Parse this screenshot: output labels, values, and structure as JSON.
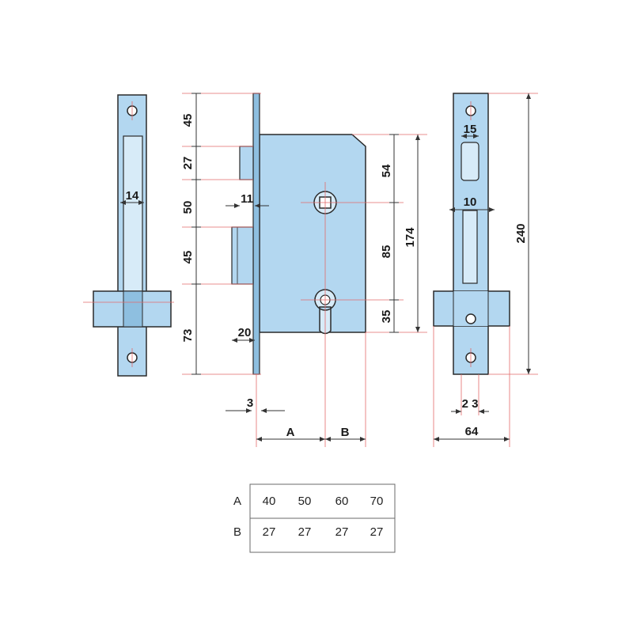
{
  "colors": {
    "metal_fill": "#b3d7f0",
    "metal_dark": "#8ebfe0",
    "outline": "#2a2a2a",
    "dim_line": "#333333",
    "leader_red": "#e36a6a"
  },
  "left_view": {
    "label_14": "14"
  },
  "front_view": {
    "dims_left": [
      "45",
      "27",
      "50",
      "45",
      "73"
    ],
    "dims_right": [
      "54",
      "85",
      "35"
    ],
    "dim_174": "174",
    "dim_11": "11",
    "dim_20": "20",
    "dim_3": "3",
    "label_A": "A",
    "label_B": "B"
  },
  "right_view": {
    "label_15": "15",
    "label_10": "10",
    "label_240": "240",
    "label_23": "2 3",
    "label_64": "64"
  },
  "table": {
    "rows": [
      {
        "label": "A",
        "values": [
          "40",
          "50",
          "60",
          "70"
        ]
      },
      {
        "label": "B",
        "values": [
          "27",
          "27",
          "27",
          "27"
        ]
      }
    ]
  }
}
